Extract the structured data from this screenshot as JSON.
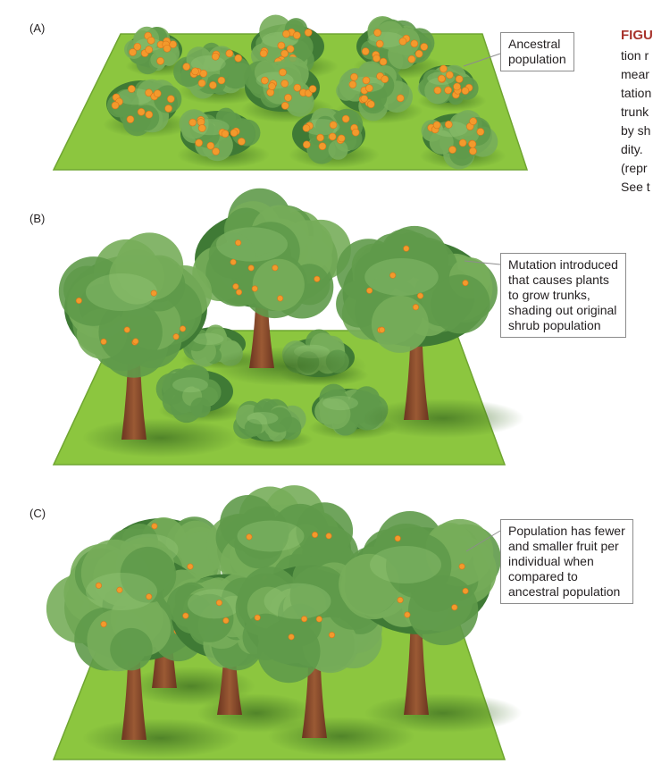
{
  "panels": [
    {
      "label": "(A)",
      "callout": [
        "Ancestral",
        "population"
      ]
    },
    {
      "label": "(B)",
      "callout": [
        "Mutation introduced",
        "that causes plants",
        "to grow trunks,",
        "shading out original",
        "shrub population"
      ]
    },
    {
      "label": "(C)",
      "callout": [
        "Population has fewer",
        "and smaller fruit per",
        "individual when",
        "compared to",
        "ancestral population"
      ]
    }
  ],
  "caption": {
    "title": "FIGU",
    "lines": [
      "tion r",
      "mear",
      "tation",
      "trunk",
      "by sh",
      "dity.",
      "(repr",
      "See t"
    ]
  },
  "colors": {
    "grass": "#8cc63f",
    "grass_dark": "#5e9a2a",
    "foliage": "#5f9a4a",
    "foliage_dark": "#3f7a35",
    "trunk": "#8b4a2b",
    "fruit": "#f39a2c",
    "caption_title": "#a8332c"
  }
}
